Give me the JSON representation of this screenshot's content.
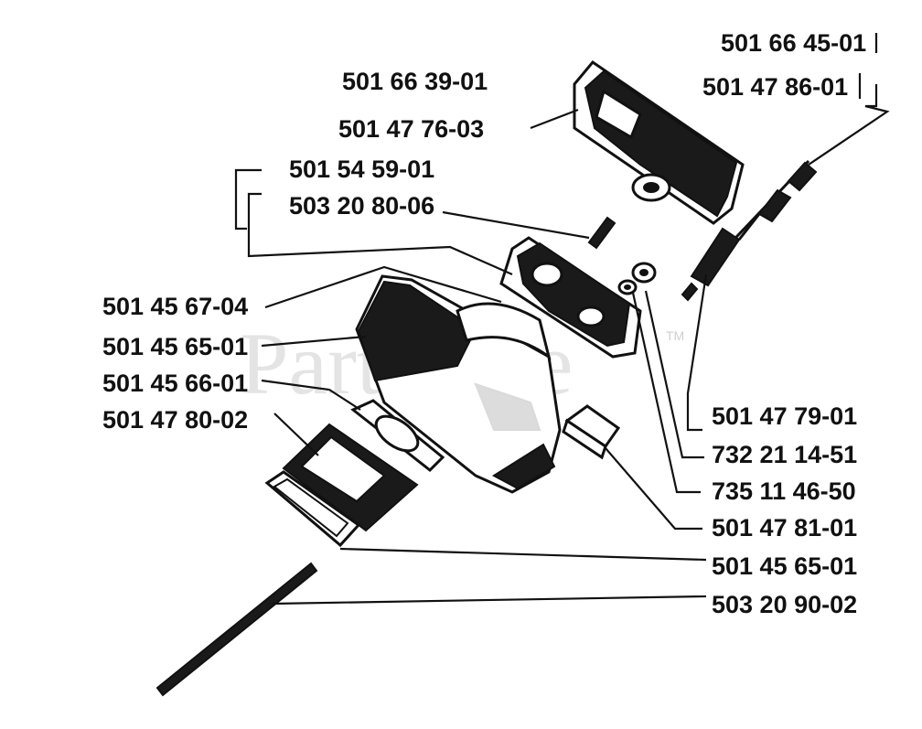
{
  "watermark": {
    "text": "PartsTree",
    "tm": "TM"
  },
  "part_numbers": {
    "p501664501": "501 66 45-01",
    "p501478601": "501 47 86-01",
    "p501663901": "501 66 39-01",
    "p501477603": "501 47 76-03",
    "p501545901": "501 54 59-01",
    "p503208006": "503 20 80-06",
    "p501456704": "501 45 67-04",
    "p501456501a": "501 45 65-01",
    "p501456601": "501 45 66-01",
    "p501478002": "501 47 80-02",
    "p501477901": "501 47 79-01",
    "p732211451": "732 21 14-51",
    "p735114650": "735 11 46-50",
    "p501478101": "501 47 81-01",
    "p501456501b": "501 45 65-01",
    "p503209002": "503 20 90-02"
  }
}
